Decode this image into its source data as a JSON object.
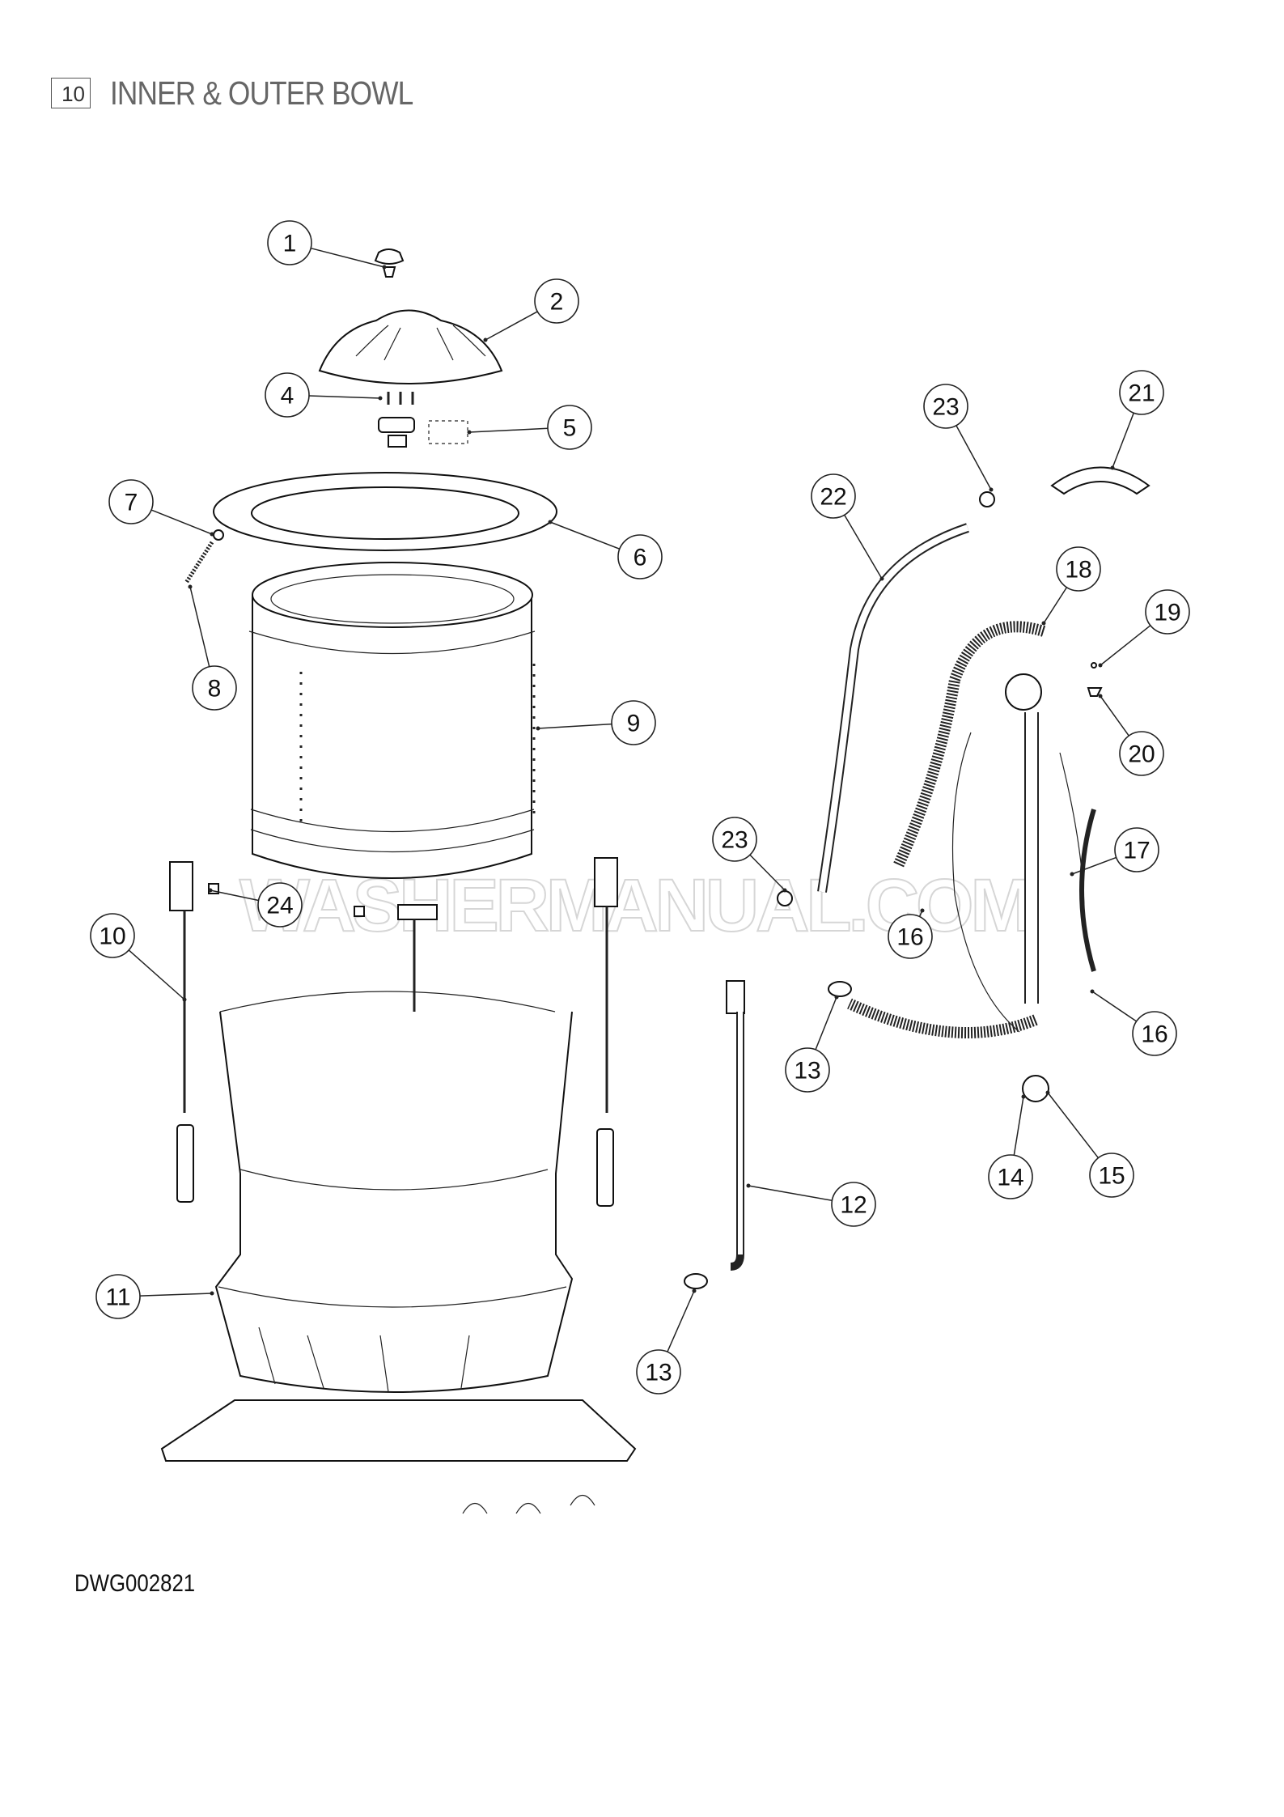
{
  "header": {
    "page_number": "10",
    "title": "INNER & OUTER BOWL"
  },
  "drawing_number": "DWG002821",
  "watermark": "WASHERMANUAL.COM",
  "callouts": [
    "1",
    "2",
    "4",
    "5",
    "7",
    "6",
    "8",
    "9",
    "10",
    "24",
    "11",
    "12",
    "13",
    "13",
    "23",
    "22",
    "23",
    "21",
    "18",
    "19",
    "20",
    "17",
    "16",
    "16",
    "14",
    "15"
  ]
}
